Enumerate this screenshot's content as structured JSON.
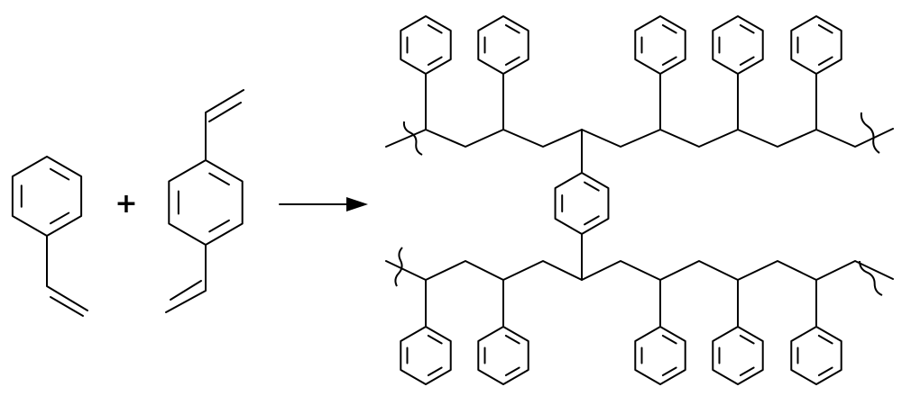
{
  "scheme": {
    "operator": "+",
    "reactants": [
      "styrene",
      "divinylbenzene"
    ],
    "product": "crosslinked-polystyrene"
  },
  "colors": {
    "line": "#000000",
    "background": "#ffffff"
  }
}
